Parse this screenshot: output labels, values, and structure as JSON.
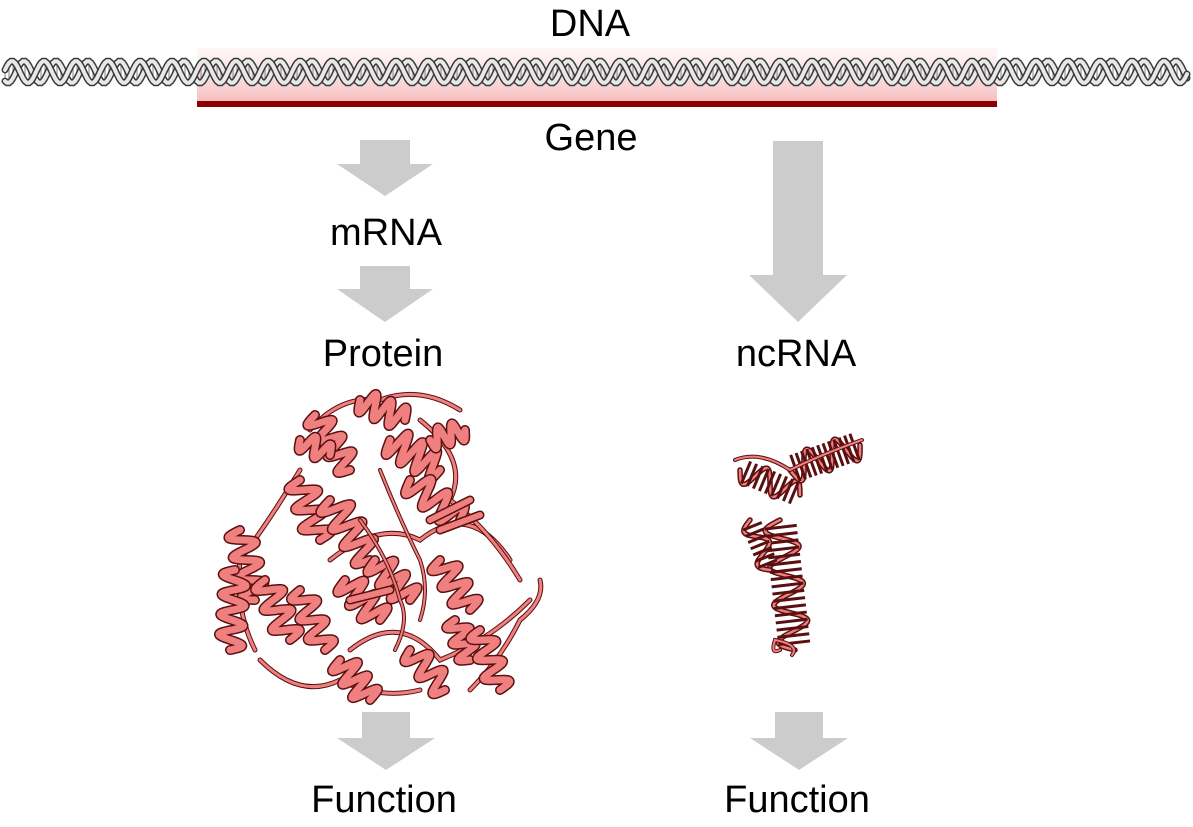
{
  "labels": {
    "dna": "DNA",
    "gene": "Gene",
    "mrna": "mRNA",
    "protein": "Protein",
    "ncrna": "ncRNA",
    "function_protein": "Function",
    "function_ncrna": "Function"
  },
  "colors": {
    "gene_bar": "#8b0000",
    "gene_highlight": "#f9c6c6",
    "arrow": "#cccccc",
    "helix_light": "#e8e8e8",
    "helix_dark": "#3a3a3a",
    "structure_fill": "#f08080",
    "structure_edge": "#5a1010"
  },
  "icons": {
    "dna": "dna-double-helix-icon",
    "protein": "protein-ribbon-structure-icon",
    "ncrna": "trna-structure-icon"
  }
}
